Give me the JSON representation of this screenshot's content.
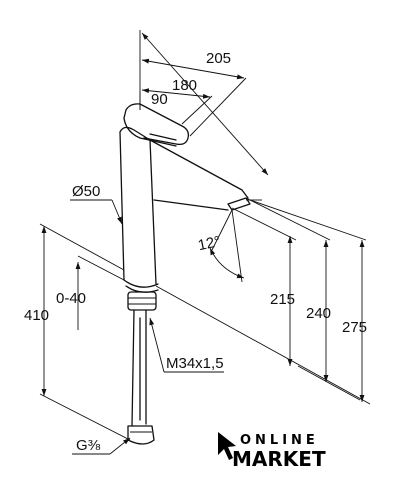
{
  "dimensions": {
    "width_total": "205",
    "width_spout": "180",
    "handle_length": "90",
    "body_diameter": "Ø50",
    "angle": "12°",
    "height_spout_outlet": "215",
    "height_spout_top": "240",
    "height_total": "275",
    "total_length": "410",
    "mounting_range": "0-40",
    "thread_size": "M34x1,5",
    "hose_connection": "G⅜"
  },
  "logo": {
    "line1": "ONLINE",
    "line2": "MARKET"
  }
}
